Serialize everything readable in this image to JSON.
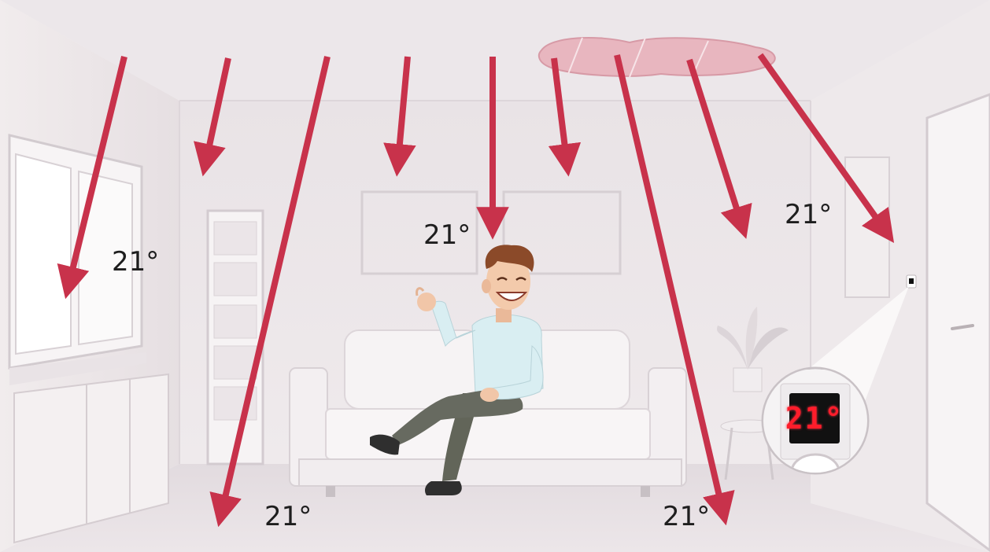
{
  "room_temperatures": [
    "21°",
    "21°",
    "21°",
    "21°",
    "21°"
  ],
  "thermostat": {
    "display_value": "21°"
  },
  "colors": {
    "heat_arrow": "#c8324b",
    "ceiling_panel": "#e8b6bf",
    "wall": "#ece6e9",
    "floor": "#e4dde1",
    "shirt": "#d9eef2",
    "trousers": "#676a60",
    "hair": "#8b4a29",
    "display_digits": "#ff1d2b"
  },
  "icons": [
    "heat-arrow-icon",
    "ceiling-heater-icon",
    "thermostat-icon"
  ]
}
